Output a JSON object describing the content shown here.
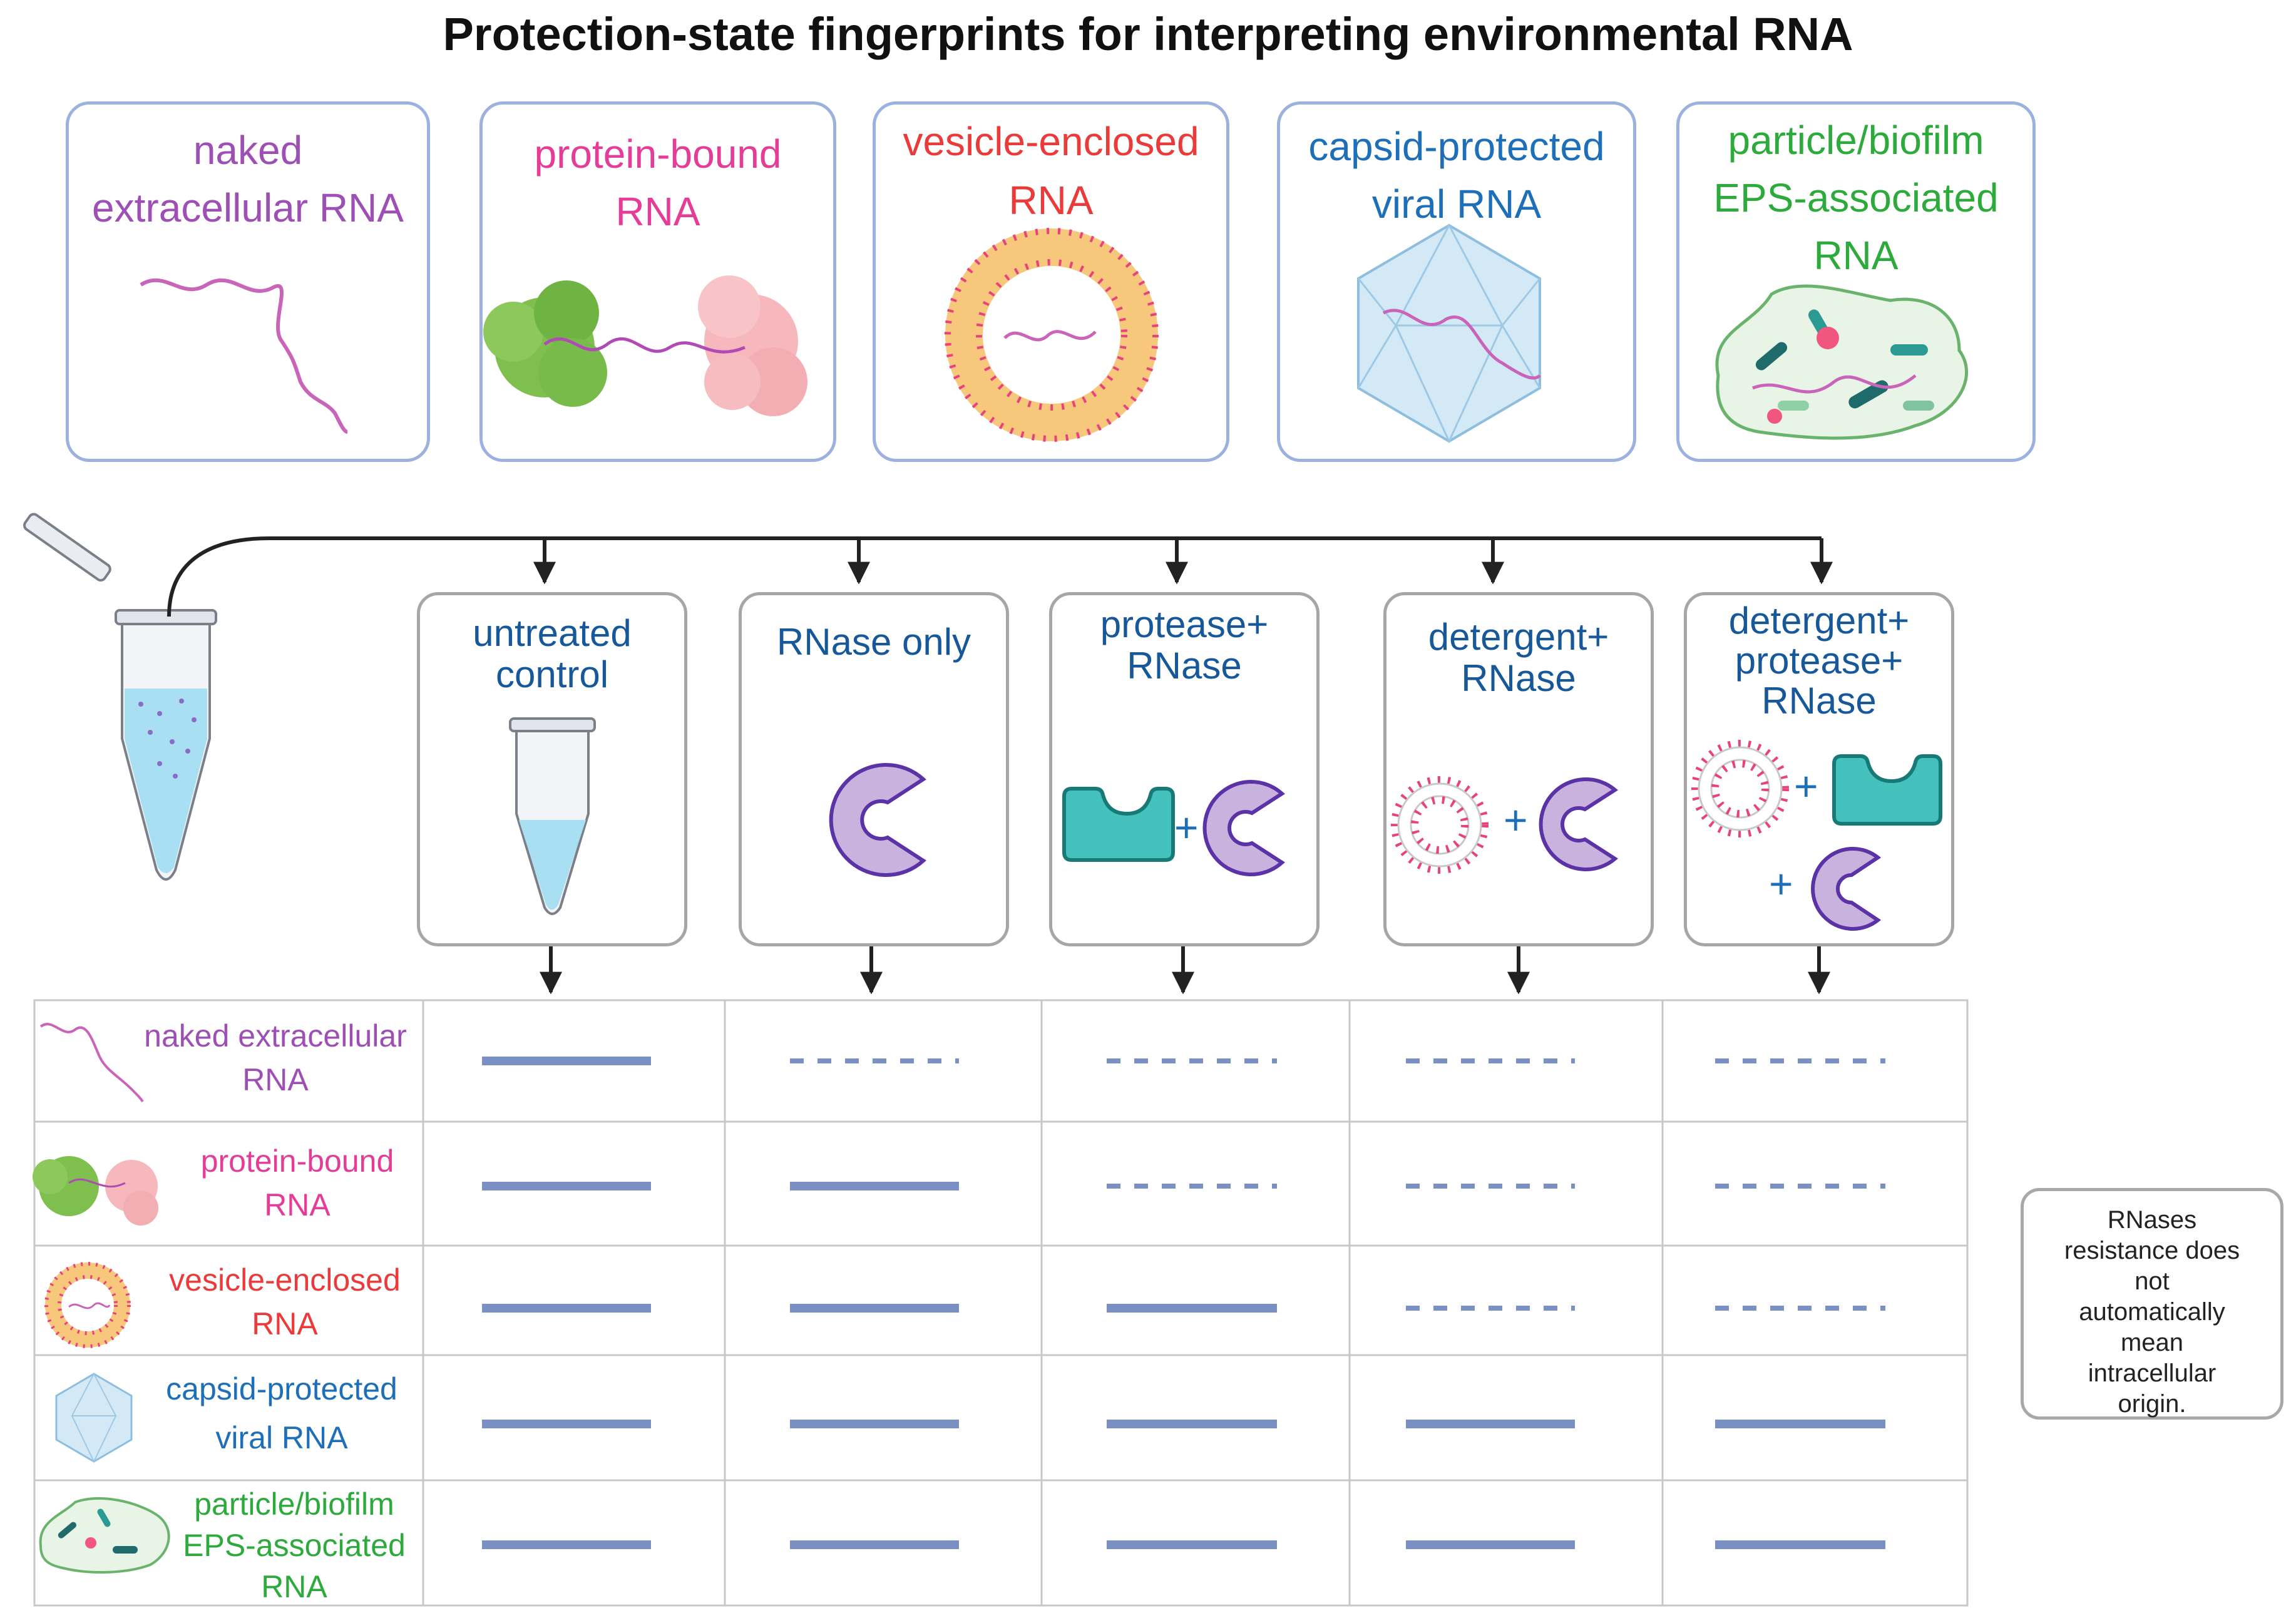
{
  "title": "Protection-state fingerprints for interpreting environmental RNA",
  "colors": {
    "naked": "#9d4fb6",
    "protein": "#e43c97",
    "vesicle": "#ea3a3a",
    "capsid": "#1e6fb9",
    "biofilm": "#2daa3c",
    "treatment": "#17589a",
    "band": "#7a8fc2",
    "card_border": "#9bb1de"
  },
  "rna_types": [
    {
      "line1": "naked",
      "line2": "extracellular RNA",
      "line3": "",
      "icon": "rna-strand-icon"
    },
    {
      "line1": "protein-bound",
      "line2": "RNA",
      "line3": "",
      "icon": "protein-complex-icon"
    },
    {
      "line1": "vesicle-enclosed",
      "line2": "RNA",
      "line3": "",
      "icon": "vesicle-icon"
    },
    {
      "line1": "capsid-protected",
      "line2": "viral RNA",
      "line3": "",
      "icon": "capsid-icon"
    },
    {
      "line1": "particle/biofilm",
      "line2": "EPS-associated",
      "line3": "RNA",
      "icon": "biofilm-icon"
    }
  ],
  "treatments": [
    {
      "line1": "untreated",
      "line2": "control",
      "line3": "",
      "icon": "tube-icon"
    },
    {
      "line1": "RNase only",
      "line2": "",
      "line3": "",
      "icon": "rnase-icon"
    },
    {
      "line1": "protease+",
      "line2": "RNase",
      "line3": "",
      "icon": "protease-rnase-icon"
    },
    {
      "line1": "detergent+",
      "line2": "RNase",
      "line3": "",
      "icon": "detergent-rnase-icon"
    },
    {
      "line1": "detergent+",
      "line2": "protease+",
      "line3": "RNase",
      "icon": "detergent-protease-rnase-icon"
    }
  ],
  "plus_sign": "+",
  "table_rows": [
    {
      "line1": "naked extracellular",
      "line2": "RNA",
      "line3": "",
      "bands": [
        "solid",
        "dashed",
        "dashed",
        "dashed",
        "dashed"
      ]
    },
    {
      "line1": "protein-bound",
      "line2": "RNA",
      "line3": "",
      "bands": [
        "solid",
        "solid",
        "dashed",
        "dashed",
        "dashed"
      ]
    },
    {
      "line1": "vesicle-enclosed",
      "line2": "RNA",
      "line3": "",
      "bands": [
        "solid",
        "solid",
        "solid",
        "dashed",
        "dashed"
      ]
    },
    {
      "line1": "capsid-protected",
      "line2": "viral RNA",
      "line3": "",
      "bands": [
        "solid",
        "solid",
        "solid",
        "solid",
        "solid"
      ]
    },
    {
      "line1": "particle/biofilm",
      "line2": "EPS-associated",
      "line3": "RNA",
      "bands": [
        "solid",
        "solid",
        "solid",
        "solid",
        "solid"
      ]
    }
  ],
  "note": {
    "lines": [
      "RNases",
      "resistance does",
      "not",
      "automatically",
      "mean",
      "intracellular",
      "origin."
    ]
  }
}
